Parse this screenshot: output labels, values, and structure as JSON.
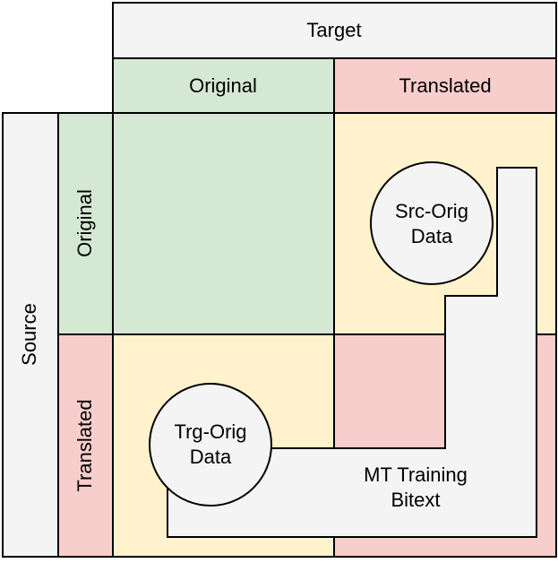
{
  "header": {
    "target": "Target",
    "target_original": "Original",
    "target_translated": "Translated"
  },
  "side": {
    "source": "Source",
    "source_original": "Original",
    "source_translated": "Translated"
  },
  "nodes": {
    "src_orig_line1": "Src-Orig",
    "src_orig_line2": "Data",
    "trg_orig_line1": "Trg-Orig",
    "trg_orig_line2": "Data",
    "mt_bitext_line1": "MT Training",
    "mt_bitext_line2": "Bitext"
  },
  "colors": {
    "header_gray": "#f4f4f4",
    "original_green": "#d5e8d4",
    "translated_pink": "#f8cecc",
    "mixed_yellow": "#fff2cc",
    "circle_fill": "#f4f4f4",
    "stroke": "#000000"
  }
}
